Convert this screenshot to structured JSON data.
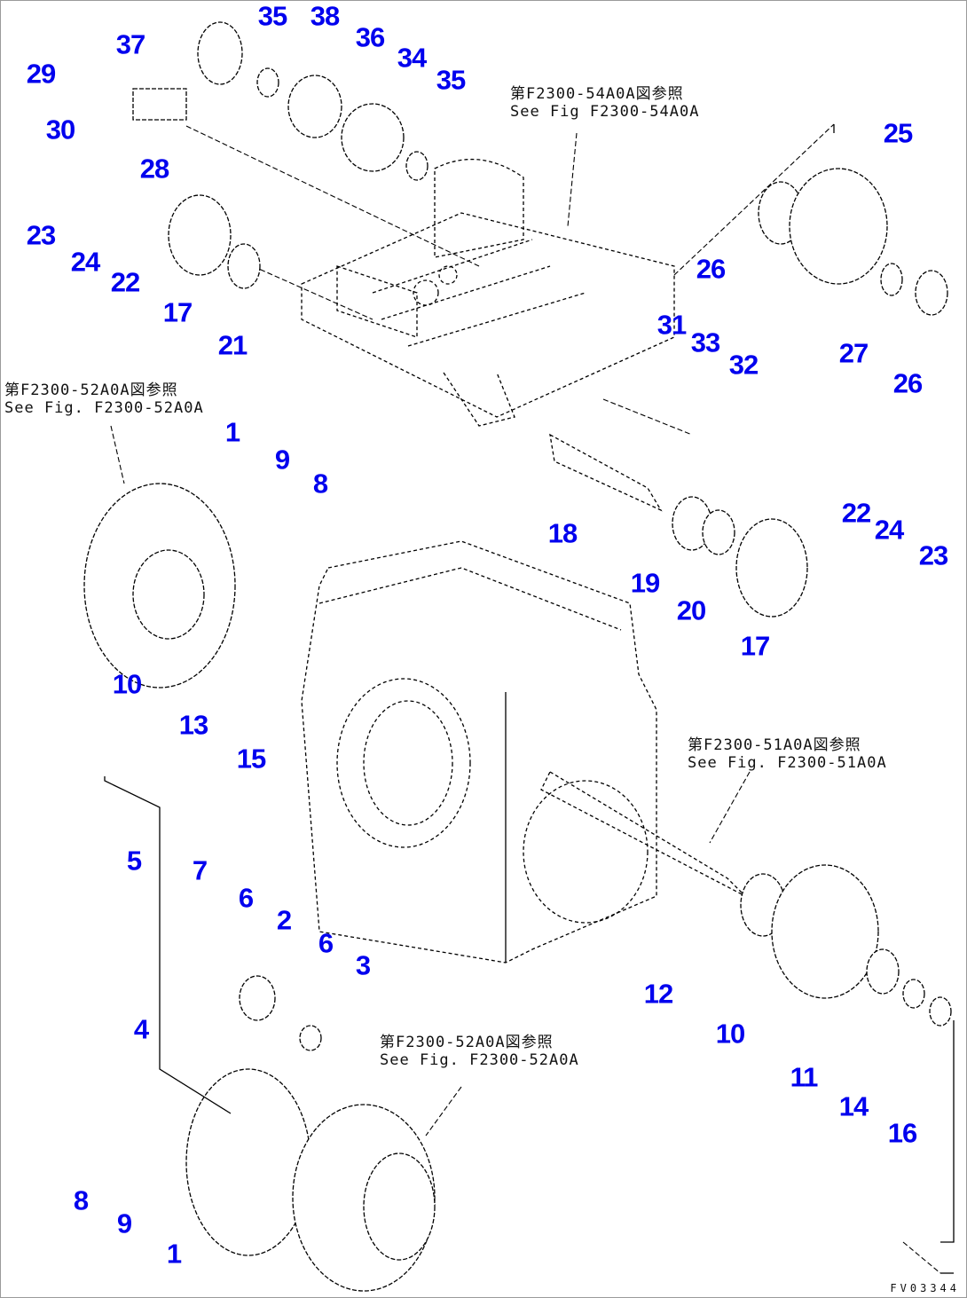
{
  "diagram": {
    "type": "exploded-parts-diagram",
    "figure_id": "FV03344",
    "label_color": "#0000ee",
    "reference_notes": [
      {
        "id": "ref-54a0a",
        "line_jp": "第F2300-54A0A図参照",
        "line_en": "See Fig F2300-54A0A"
      },
      {
        "id": "ref-52a0a-top",
        "line_jp": "第F2300-52A0A図参照",
        "line_en": "See Fig. F2300-52A0A"
      },
      {
        "id": "ref-51a0a",
        "line_jp": "第F2300-51A0A図参照",
        "line_en": "See Fig. F2300-51A0A"
      },
      {
        "id": "ref-52a0a-bottom",
        "line_jp": "第F2300-52A0A図参照",
        "line_en": "See Fig. F2300-52A0A"
      }
    ],
    "callouts": [
      {
        "id": "c37",
        "label": "37"
      },
      {
        "id": "c35a",
        "label": "35"
      },
      {
        "id": "c38",
        "label": "38"
      },
      {
        "id": "c36",
        "label": "36"
      },
      {
        "id": "c34",
        "label": "34"
      },
      {
        "id": "c35b",
        "label": "35"
      },
      {
        "id": "c29",
        "label": "29"
      },
      {
        "id": "c30",
        "label": "30"
      },
      {
        "id": "c28",
        "label": "28"
      },
      {
        "id": "c23a",
        "label": "23"
      },
      {
        "id": "c24a",
        "label": "24"
      },
      {
        "id": "c22a",
        "label": "22"
      },
      {
        "id": "c17a",
        "label": "17"
      },
      {
        "id": "c21",
        "label": "21"
      },
      {
        "id": "c25",
        "label": "25"
      },
      {
        "id": "c26a",
        "label": "26"
      },
      {
        "id": "c27",
        "label": "27"
      },
      {
        "id": "c26b",
        "label": "26"
      },
      {
        "id": "c31",
        "label": "31"
      },
      {
        "id": "c33",
        "label": "33"
      },
      {
        "id": "c32",
        "label": "32"
      },
      {
        "id": "c1a",
        "label": "1"
      },
      {
        "id": "c9a",
        "label": "9"
      },
      {
        "id": "c8a",
        "label": "8"
      },
      {
        "id": "c10a",
        "label": "10"
      },
      {
        "id": "c13",
        "label": "13"
      },
      {
        "id": "c15",
        "label": "15"
      },
      {
        "id": "c18",
        "label": "18"
      },
      {
        "id": "c19",
        "label": "19"
      },
      {
        "id": "c20",
        "label": "20"
      },
      {
        "id": "c22b",
        "label": "22"
      },
      {
        "id": "c24b",
        "label": "24"
      },
      {
        "id": "c23b",
        "label": "23"
      },
      {
        "id": "c17b",
        "label": "17"
      },
      {
        "id": "c5",
        "label": "5"
      },
      {
        "id": "c7",
        "label": "7"
      },
      {
        "id": "c6a",
        "label": "6"
      },
      {
        "id": "c2",
        "label": "2"
      },
      {
        "id": "c6b",
        "label": "6"
      },
      {
        "id": "c3",
        "label": "3"
      },
      {
        "id": "c4",
        "label": "4"
      },
      {
        "id": "c8b",
        "label": "8"
      },
      {
        "id": "c9b",
        "label": "9"
      },
      {
        "id": "c1b",
        "label": "1"
      },
      {
        "id": "c12",
        "label": "12"
      },
      {
        "id": "c10b",
        "label": "10"
      },
      {
        "id": "c11",
        "label": "11"
      },
      {
        "id": "c14",
        "label": "14"
      },
      {
        "id": "c16",
        "label": "16"
      }
    ]
  }
}
